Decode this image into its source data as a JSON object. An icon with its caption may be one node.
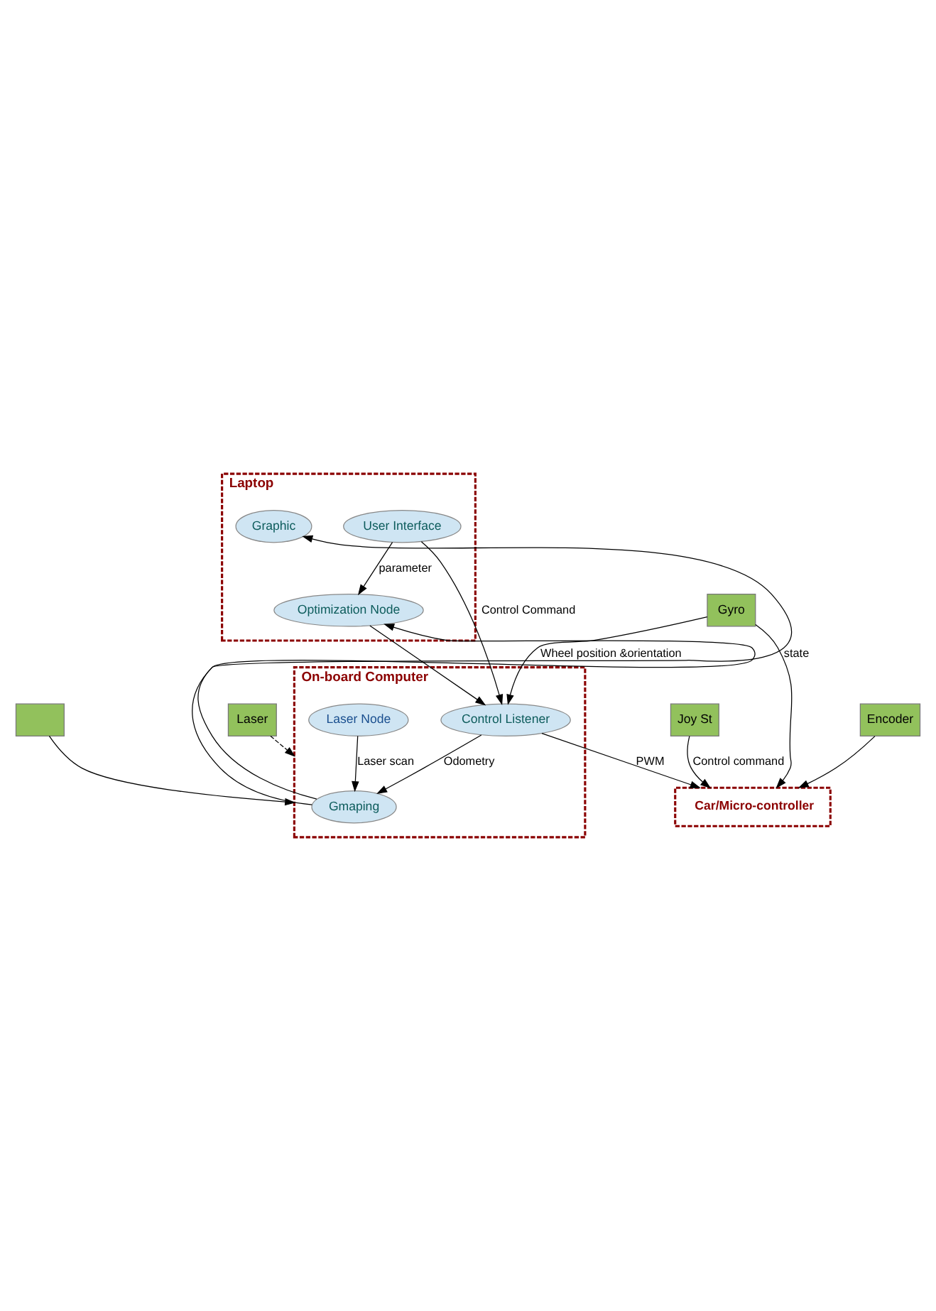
{
  "diagram": {
    "nodes": [
      {
        "text": [
          "Laptop"
        ]
      },
      {
        "text": [
          "User Interface"
        ],
        "in": 0
      },
      {
        "text": [
          "Graphic"
        ],
        "in": 0
      },
      {
        "text": [
          "Optimization Node"
        ],
        "in": 0
      },
      {
        "text": [
          "On-board Computer"
        ]
      },
      {
        "text": [
          "Gmaping"
        ],
        "in": 4
      },
      {
        "text": [
          "Control Listener"
        ],
        "in": 4
      },
      {
        "text": [
          "Laser Node"
        ],
        "in": 4
      },
      {
        "text": [
          "Laser"
        ]
      },
      {
        "text": [],
        "shape": "box"
      },
      {
        "text": [
          "Joy St"
        ]
      },
      {
        "text": [
          "Car/Micro-controller"
        ]
      },
      {
        "text": [
          "Gyro"
        ]
      },
      {
        "text": [
          "Encoder"
        ]
      }
    ],
    "edges": [
      {
        "from": 1,
        "to": 3,
        "arrow": "to",
        "label": "parameter"
      },
      {
        "from": 5,
        "to": 3,
        "arrow": "to"
      },
      {
        "from": 5,
        "to": 2,
        "arrow": "to",
        "label": "state"
      },
      {
        "from": 1,
        "to": 6,
        "arrow": "to",
        "label": "Control Command"
      },
      {
        "from": 3,
        "to": 6,
        "arrow": "to"
      },
      {
        "from": 8,
        "to": 4,
        "arrow": "to",
        "style": "dashed"
      },
      {
        "from": 9,
        "to": 4,
        "arrow": "to"
      },
      {
        "from": 6,
        "to": 5,
        "arrow": "to",
        "label": "Odometry"
      },
      {
        "from": 7,
        "to": 5,
        "arrow": "to",
        "label": "Laser scan"
      },
      {
        "from": 12,
        "to": 6,
        "arrow": "to",
        "label": "Wheel position &orientation"
      },
      {
        "from": 12,
        "to": 11,
        "arrow": "to"
      },
      {
        "from": 6,
        "to": 11,
        "arrow": "to",
        "label": "PWM"
      },
      {
        "from": 10,
        "to": 11,
        "arrow": "to",
        "label": "Control command"
      },
      {
        "from": 13,
        "to": 11,
        "arrow": "to"
      }
    ]
  }
}
